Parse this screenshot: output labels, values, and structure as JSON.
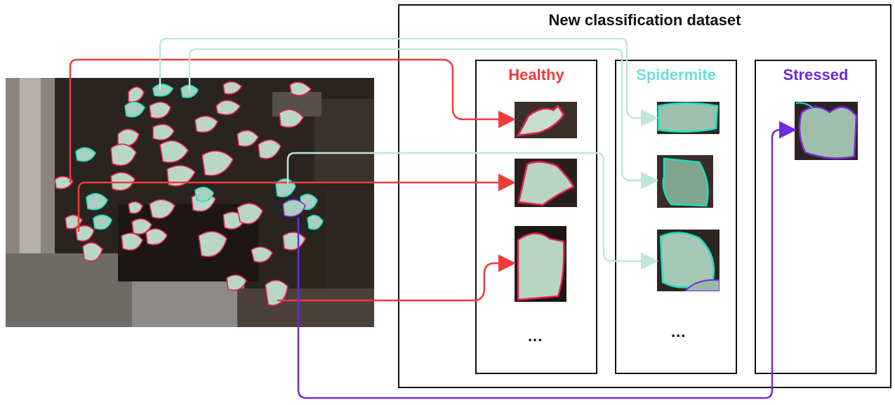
{
  "diagram": {
    "dataset_title": "New classification dataset",
    "classes": [
      {
        "label": "Healthy",
        "color": "#ee3b3b"
      },
      {
        "label": "Spidermite",
        "color": "#6fdde0"
      },
      {
        "label": "Stressed",
        "color": "#6a2cdc"
      }
    ],
    "ellipsis": "...",
    "arrow_colors": {
      "healthy": "#ee3b3b",
      "spidermite": "#bfe6da",
      "stressed": "#6a2cdc"
    },
    "outline_colors": {
      "healthy": "#e8204f",
      "spidermite": "#18e0c0",
      "stressed": "#7b2bd6"
    }
  }
}
